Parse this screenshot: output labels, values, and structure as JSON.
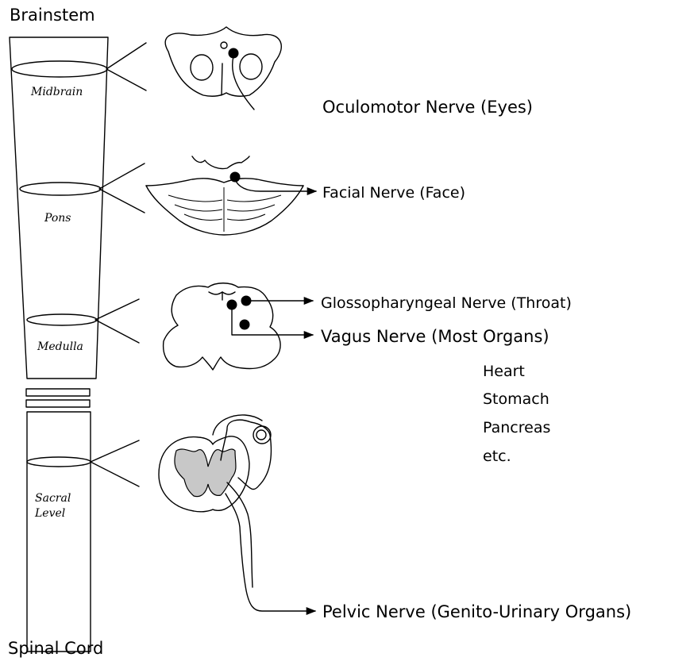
{
  "column": {
    "top_label": "Brainstem",
    "bottom_label": "Spinal Cord",
    "levels": {
      "midbrain": "Midbrain",
      "pons": "Pons",
      "medulla": "Medulla",
      "sacral_line1": "Sacral",
      "sacral_line2": "Level"
    }
  },
  "nerves": {
    "oculomotor": "Oculomotor Nerve (Eyes)",
    "facial": "Facial Nerve (Face)",
    "glossopharyngeal": "Glossopharyngeal Nerve (Throat)",
    "vagus": "Vagus Nerve (Most Organs)",
    "vagus_organs": [
      "Heart",
      "Stomach",
      "Pancreas",
      "etc."
    ],
    "pelvic": "Pelvic Nerve (Genito-Urinary Organs)"
  },
  "colors": {
    "line": "#000000",
    "gray_matter": "#c8c8c8",
    "background": "#ffffff"
  }
}
